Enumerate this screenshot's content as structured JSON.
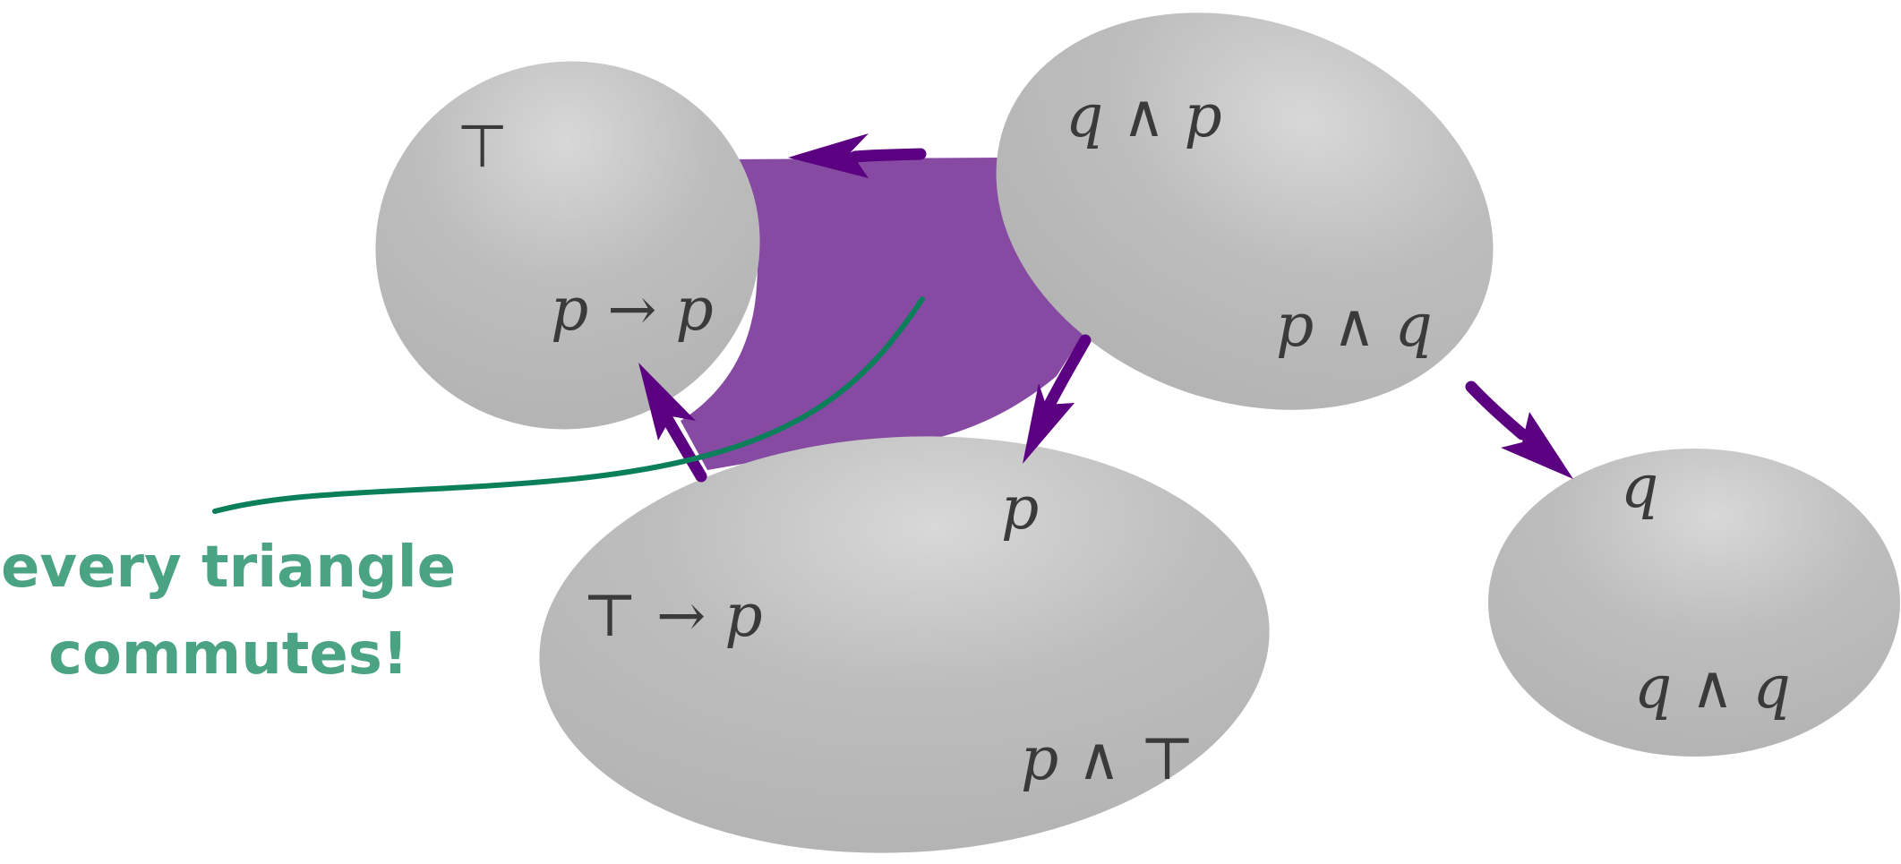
{
  "blobs": {
    "A": {
      "terms": [
        "⊤",
        "p → p"
      ]
    },
    "B": {
      "terms": [
        "q ∧ p",
        "p ∧ q"
      ]
    },
    "C": {
      "terms": [
        "p",
        "⊤ → p",
        "p ∧ ⊤"
      ]
    },
    "D": {
      "terms": [
        "q",
        "q ∧ q"
      ]
    }
  },
  "annotation": {
    "line1": "every triangle",
    "line2": "commutes!"
  },
  "colors": {
    "blob_fill": "#bcbcbc",
    "triangle_fill": "#874aa3",
    "arrow": "#5a0080",
    "annotation": "#4aa383",
    "annotation_line": "#0a7f5a",
    "text": "#3a3a3a"
  }
}
